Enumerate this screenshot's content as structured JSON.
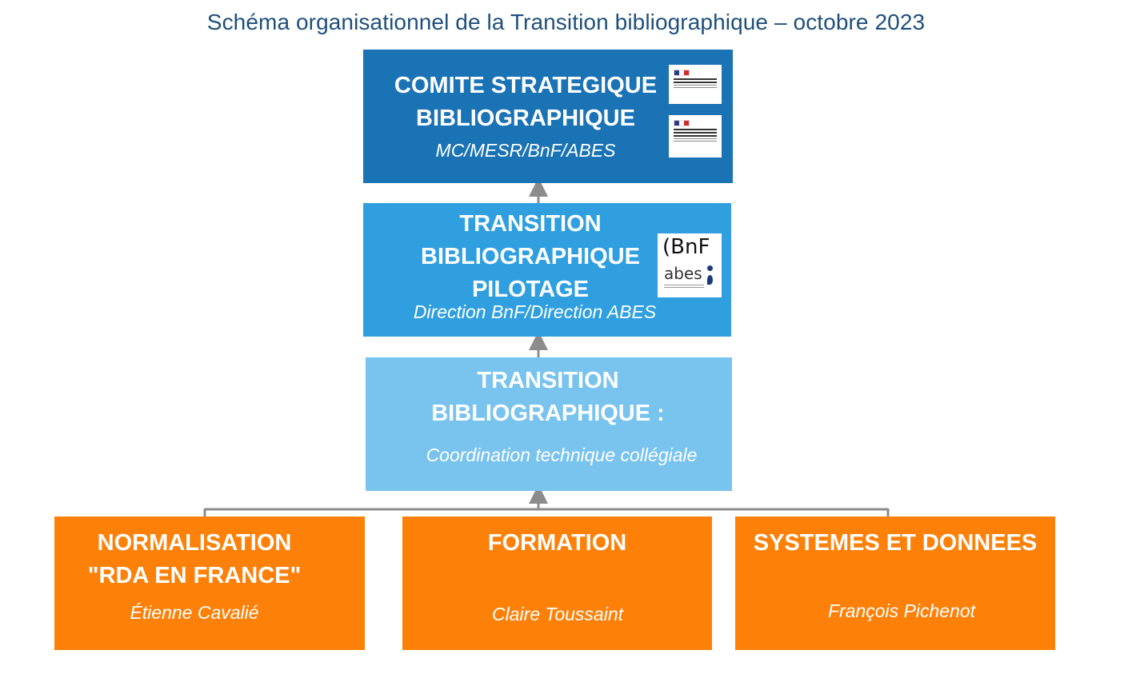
{
  "title": "Schéma organisationnel de la Transition bibliographique – octobre 2023",
  "boxes": {
    "strategic": {
      "heading": "COMITE STRATEGIQUE\nBIBLIOGRAPHIQUE",
      "subtitle": "MC/MESR/BnF/ABES",
      "color": "#1a73b5"
    },
    "pilotage": {
      "heading": "TRANSITION\nBIBLIOGRAPHIQUE\nPILOTAGE",
      "subtitle": "Direction BnF/Direction ABES",
      "color": "#2f9fe0"
    },
    "coordination": {
      "heading": "TRANSITION\nBIBLIOGRAPHIQUE :",
      "subtitle": "Coordination technique collégiale",
      "color": "#79c3ef"
    },
    "normalisation": {
      "heading": "NORMALISATION\n\"RDA EN FRANCE\"",
      "subtitle": "Étienne Cavalié",
      "color": "#fd8109"
    },
    "formation": {
      "heading": "FORMATION",
      "subtitle": "Claire Toussaint",
      "color": "#fd8109"
    },
    "systemes": {
      "heading": "SYSTEMES ET DONNEES",
      "subtitle": "François Pichenot",
      "color": "#fd8109"
    }
  },
  "logos": {
    "culture": "ministere-de-la-culture-logo",
    "mesr": "ministere-enseignement-superieur-logo",
    "bnf_abes": {
      "bnf": "(BnF",
      "abes": "abes"
    }
  },
  "connector_color": "#8c8c8c"
}
